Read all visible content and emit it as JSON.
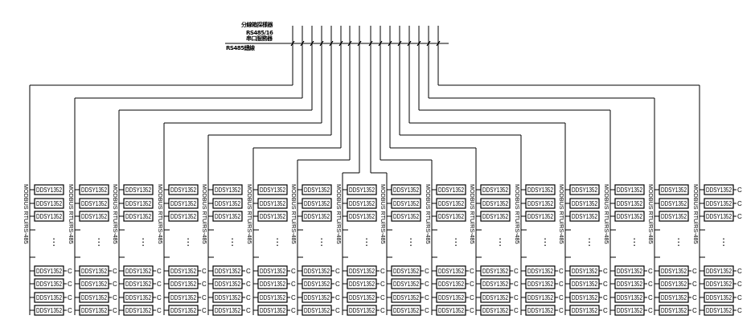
{
  "header": {
    "line1": "分線箱採樣器",
    "line2": "RS485/16",
    "line3": "串口服務器",
    "line4": "RS485總線"
  },
  "bus_label": "MODBUS RTU/RS-485",
  "meter_label": "DDSY1352",
  "meter_suffix": "-C",
  "column_count": 16,
  "meters_top_per_column": 3,
  "meters_bottom_per_column": 4,
  "ellipsis": "⋮",
  "colors": {
    "line": "#000000",
    "background": "#ffffff"
  }
}
